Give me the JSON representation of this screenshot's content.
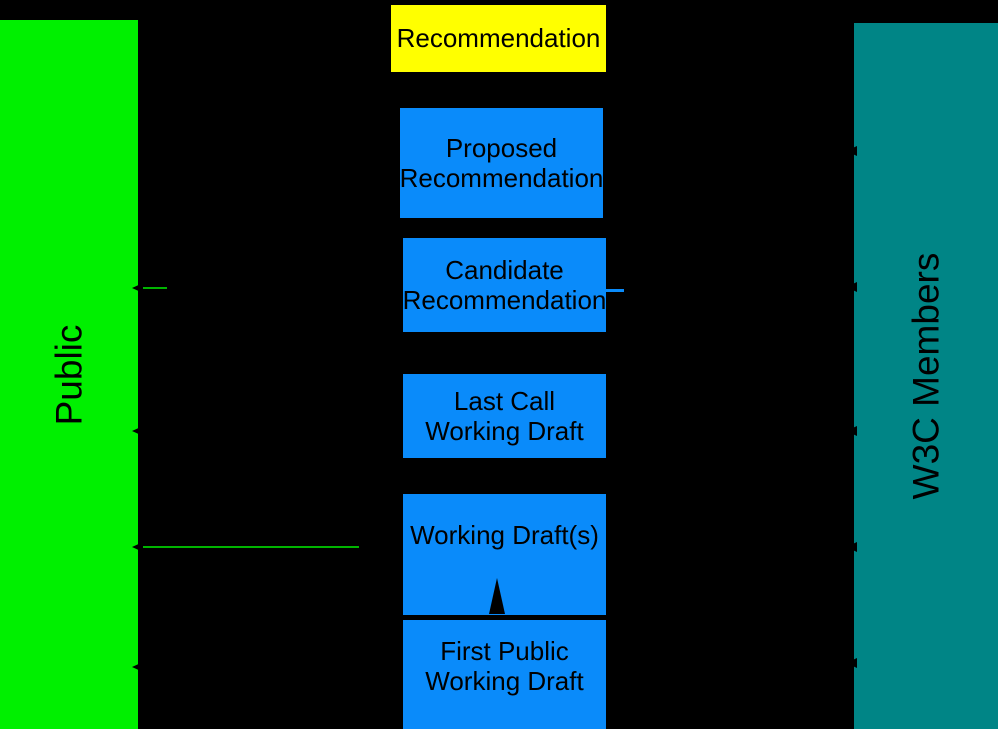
{
  "diagram": {
    "background_color": "#000000",
    "lanes": [
      {
        "id": "public",
        "label": "Public",
        "color": "#00f000",
        "side": "left"
      },
      {
        "id": "w3c-members",
        "label": "W3C Members",
        "color": "#008586",
        "side": "right"
      }
    ],
    "stages": [
      {
        "id": "recommendation",
        "label": "Recommendation",
        "color": "#ffff00",
        "lines": [
          "Recommendation"
        ]
      },
      {
        "id": "proposed-recommendation",
        "label": "Proposed Recommendation",
        "color": "#0a8bfa",
        "lines": [
          "Proposed",
          "Recommendation"
        ]
      },
      {
        "id": "candidate-recommendation",
        "label": "Candidate Recommendation",
        "color": "#0a8bfa",
        "lines": [
          "Candidate",
          "Recommendation"
        ]
      },
      {
        "id": "last-call-working-draft",
        "label": "Last Call Working Draft",
        "color": "#0a8bfa",
        "lines": [
          "Last Call",
          "Working Draft"
        ]
      },
      {
        "id": "working-drafts",
        "label": "Working Draft(s)",
        "color": "#0a8bfa",
        "lines": [
          "Working Draft(s)"
        ]
      },
      {
        "id": "first-public-working-draft",
        "label": "First Public Working Draft",
        "color": "#0a8bfa",
        "lines": [
          "First Public",
          "Working Draft"
        ]
      }
    ],
    "connectors": [
      {
        "id": "fpwd-to-wd",
        "from": "first-public-working-draft",
        "to": "working-drafts",
        "direction": "up"
      },
      {
        "id": "wd-to-lcwd",
        "from": "working-drafts",
        "to": "last-call-working-draft",
        "direction": "up"
      },
      {
        "id": "lcwd-to-cr",
        "from": "last-call-working-draft",
        "to": "candidate-recommendation",
        "direction": "up"
      },
      {
        "id": "cr-to-pr",
        "from": "candidate-recommendation",
        "to": "proposed-recommendation",
        "direction": "up"
      },
      {
        "id": "pr-to-rec",
        "from": "proposed-recommendation",
        "to": "recommendation",
        "direction": "up"
      }
    ],
    "review_lines": [
      {
        "id": "public-review-cr",
        "color": "#00b400",
        "lane": "public"
      },
      {
        "id": "public-review-wd",
        "color": "#00b400",
        "lane": "public"
      },
      {
        "id": "member-review-cr",
        "color": "#0a8bfa",
        "lane": "w3c-members"
      }
    ]
  }
}
